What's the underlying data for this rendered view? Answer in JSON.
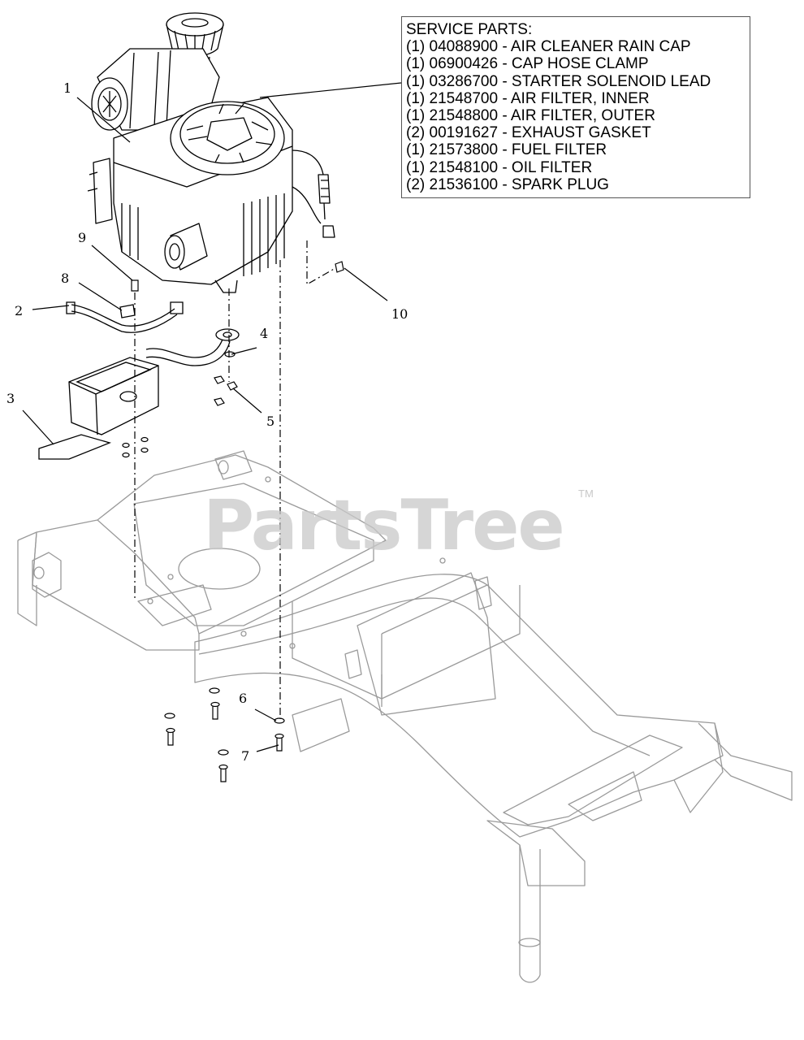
{
  "service_parts": {
    "title": "SERVICE PARTS:",
    "items": [
      "(1) 04088900 - AIR CLEANER RAIN CAP",
      "(1) 06900426 - CAP HOSE CLAMP",
      "(1) 03286700 - STARTER SOLENOID LEAD",
      "(1) 21548700 - AIR FILTER, INNER",
      "(1) 21548800 - AIR FILTER, OUTER",
      "(2) 00191627 - EXHAUST GASKET",
      "(1) 21573800 - FUEL FILTER",
      "(1) 21548100 - OIL FILTER",
      "(2) 21536100 - SPARK PLUG"
    ]
  },
  "callouts": {
    "c1": "1",
    "c2": "2",
    "c3": "3",
    "c4": "4",
    "c5": "5",
    "c6": "6",
    "c7": "7",
    "c8": "8",
    "c9": "9",
    "c10": "10"
  },
  "watermark": {
    "text": "PartsTree",
    "tm": "TM"
  },
  "colors": {
    "frame_line": "#9a9a9a",
    "engine_line": "#000000",
    "watermark": "#c9c9c9"
  }
}
